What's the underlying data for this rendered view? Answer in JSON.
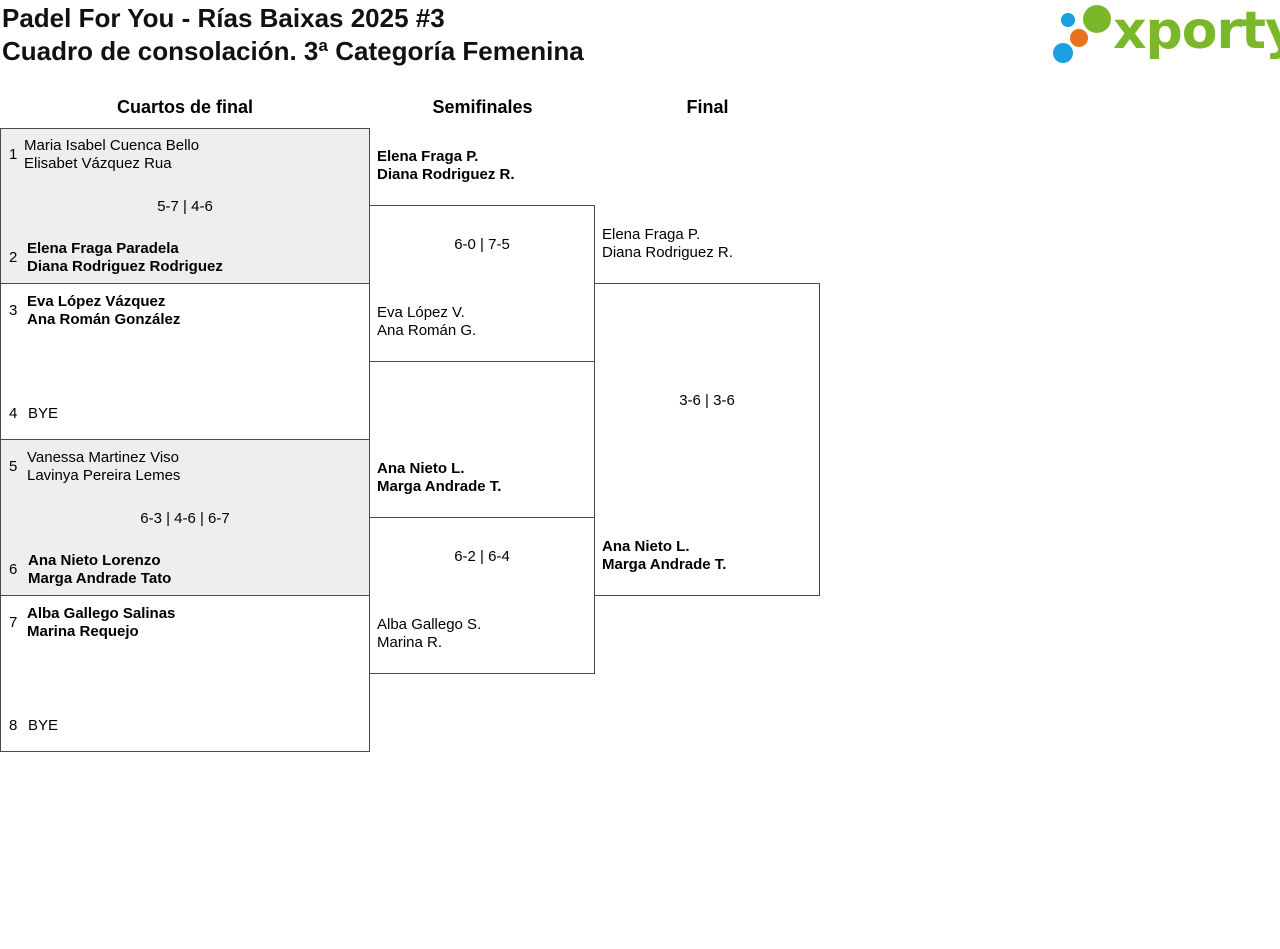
{
  "header": {
    "title": "Padel For You - Rías Baixas 2025 #3",
    "subtitle": "Cuadro de consolación. 3ª Categoría Femenina"
  },
  "logo": {
    "text": "xporty",
    "colors": {
      "green": "#7ab829",
      "blue": "#1aa0e0",
      "orange": "#e8731b"
    }
  },
  "rounds": [
    "Cuartos de final",
    "Semifinales",
    "Final"
  ],
  "quarterfinals": [
    {
      "top": {
        "seed": "1",
        "players": [
          "Maria Isabel Cuenca Bello",
          "Elisabet Vázquez Rua"
        ],
        "winner": false
      },
      "score": "5-7 | 4-6",
      "bottom": {
        "seed": "2",
        "players": [
          "Elena Fraga Paradela",
          "Diana Rodriguez Rodriguez"
        ],
        "winner": true
      }
    },
    {
      "top": {
        "seed": "3",
        "players": [
          "Eva López Vázquez",
          "Ana Román González"
        ],
        "winner": true
      },
      "score": "",
      "bottom": {
        "seed": "4",
        "players": [
          "BYE"
        ],
        "winner": false
      }
    },
    {
      "top": {
        "seed": "5",
        "players": [
          "Vanessa Martinez Viso",
          "Lavinya Pereira Lemes"
        ],
        "winner": false
      },
      "score": "6-3 | 4-6 | 6-7",
      "bottom": {
        "seed": "6",
        "players": [
          "Ana Nieto Lorenzo",
          "Marga Andrade Tato"
        ],
        "winner": true
      }
    },
    {
      "top": {
        "seed": "7",
        "players": [
          "Alba Gallego Salinas",
          "Marina Requejo"
        ],
        "winner": true
      },
      "score": "",
      "bottom": {
        "seed": "8",
        "players": [
          "BYE"
        ],
        "winner": false
      }
    }
  ],
  "semifinals": [
    {
      "top": {
        "players": [
          "Elena Fraga P.",
          "Diana Rodriguez R."
        ],
        "winner": true
      },
      "score": "6-0 | 7-5",
      "bottom": {
        "players": [
          "Eva López V.",
          "Ana Román G."
        ],
        "winner": false
      }
    },
    {
      "top": {
        "players": [
          "Ana Nieto L.",
          "Marga Andrade T."
        ],
        "winner": true
      },
      "score": "6-2 | 6-4",
      "bottom": {
        "players": [
          "Alba Gallego S.",
          "Marina R."
        ],
        "winner": false
      }
    }
  ],
  "final": {
    "top": {
      "players": [
        "Elena Fraga P.",
        "Diana Rodriguez R."
      ],
      "winner": false
    },
    "score": "3-6 | 3-6",
    "bottom": {
      "players": [
        "Ana Nieto L.",
        "Marga Andrade T."
      ],
      "winner": true
    }
  }
}
